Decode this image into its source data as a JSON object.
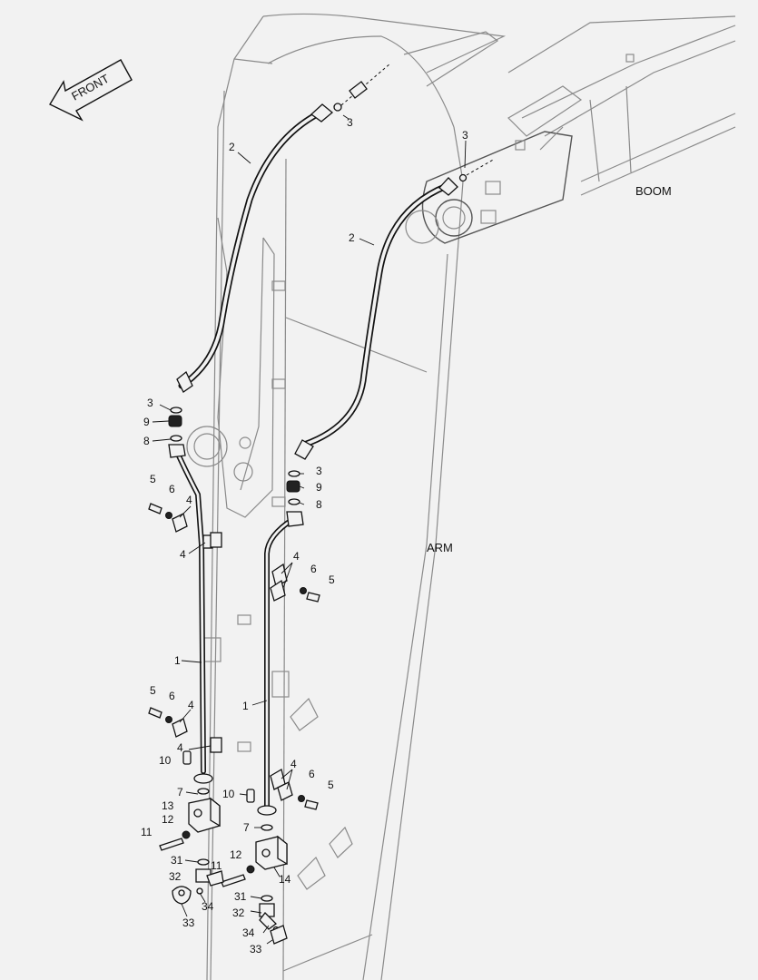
{
  "labels": {
    "front": "FRONT",
    "boom": "BOOM",
    "arm": "ARM"
  },
  "callouts": [
    {
      "id": "c-3a",
      "text": "3"
    },
    {
      "id": "c-3b",
      "text": "3"
    },
    {
      "id": "c-2a",
      "text": "2"
    },
    {
      "id": "c-2b",
      "text": "2"
    },
    {
      "id": "c-3c",
      "text": "3"
    },
    {
      "id": "c-9a",
      "text": "9"
    },
    {
      "id": "c-8a",
      "text": "8"
    },
    {
      "id": "c-3d",
      "text": "3"
    },
    {
      "id": "c-9b",
      "text": "9"
    },
    {
      "id": "c-8b",
      "text": "8"
    },
    {
      "id": "c-5a",
      "text": "5"
    },
    {
      "id": "c-6a",
      "text": "6"
    },
    {
      "id": "c-4a",
      "text": "4"
    },
    {
      "id": "c-4b",
      "text": "4"
    },
    {
      "id": "c-4c",
      "text": "4"
    },
    {
      "id": "c-6b",
      "text": "6"
    },
    {
      "id": "c-5b",
      "text": "5"
    },
    {
      "id": "c-1a",
      "text": "1"
    },
    {
      "id": "c-1b",
      "text": "1"
    },
    {
      "id": "c-5c",
      "text": "5"
    },
    {
      "id": "c-6c",
      "text": "6"
    },
    {
      "id": "c-4d",
      "text": "4"
    },
    {
      "id": "c-4e",
      "text": "4"
    },
    {
      "id": "c-10a",
      "text": "10"
    },
    {
      "id": "c-4f",
      "text": "4"
    },
    {
      "id": "c-6d",
      "text": "6"
    },
    {
      "id": "c-5d",
      "text": "5"
    },
    {
      "id": "c-7a",
      "text": "7"
    },
    {
      "id": "c-10b",
      "text": "10"
    },
    {
      "id": "c-13",
      "text": "13"
    },
    {
      "id": "c-12a",
      "text": "12"
    },
    {
      "id": "c-11a",
      "text": "11"
    },
    {
      "id": "c-7b",
      "text": "7"
    },
    {
      "id": "c-12b",
      "text": "12"
    },
    {
      "id": "c-31a",
      "text": "31"
    },
    {
      "id": "c-32a",
      "text": "32"
    },
    {
      "id": "c-11b",
      "text": "11"
    },
    {
      "id": "c-14",
      "text": "14"
    },
    {
      "id": "c-34a",
      "text": "34"
    },
    {
      "id": "c-33a",
      "text": "33"
    },
    {
      "id": "c-31b",
      "text": "31"
    },
    {
      "id": "c-32b",
      "text": "32"
    },
    {
      "id": "c-34b",
      "text": "34"
    },
    {
      "id": "c-33b",
      "text": "33"
    }
  ]
}
